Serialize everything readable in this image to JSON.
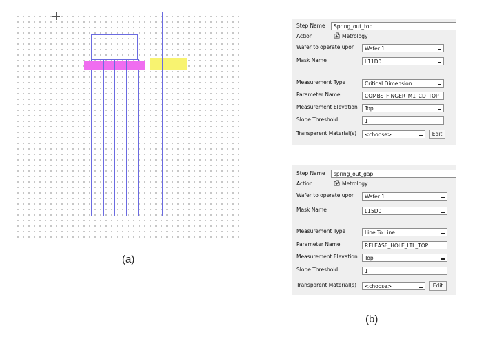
{
  "figure_a": {
    "caption": "(a)",
    "colors": {
      "outline": "#6b6be0",
      "highlight_magenta": "#f06df0",
      "highlight_yellow": "#f8f370",
      "grid_dot": "#b9b9b9"
    }
  },
  "figure_b": {
    "caption": "(b)",
    "dialogs": [
      {
        "step_name_label": "Step Name",
        "step_name_value": "Spring_out_top",
        "action_label": "Action",
        "action_icon": "metrology-icon",
        "action_value": "Metrology",
        "wafer_label": "Wafer to operate upon",
        "wafer_value": "Wafer 1",
        "mask_label": "Mask Name",
        "mask_value": "L11D0",
        "measurement_type_label": "Measurement Type",
        "measurement_type_value": "Critical Dimension",
        "parameter_name_label": "Parameter Name",
        "parameter_name_value": "COMBS_FINGER_M1_CD_TOP",
        "elevation_label": "Measurement Elevation",
        "elevation_value": "Top",
        "slope_label": "Slope Threshold",
        "slope_value": "1",
        "transparent_label": "Transparent Material(s)",
        "transparent_value": "<choose>",
        "edit_label": "Edit"
      },
      {
        "step_name_label": "Step Name",
        "step_name_value": "spring_out_gap",
        "action_label": "Action",
        "action_icon": "metrology-icon",
        "action_value": "Metrology",
        "wafer_label": "Wafer to operate upon",
        "wafer_value": "Wafer 1",
        "mask_label": "Mask Name",
        "mask_value": "L15D0",
        "measurement_type_label": "Measurement Type",
        "measurement_type_value": "Line To Line",
        "parameter_name_label": "Parameter Name",
        "parameter_name_value": "RELEASE_HOLE_LTL_TOP",
        "elevation_label": "Measurement Elevation",
        "elevation_value": "Top",
        "slope_label": "Slope Threshold",
        "slope_value": "1",
        "transparent_label": "Transparent Material(s)",
        "transparent_value": "<choose>",
        "edit_label": "Edit"
      }
    ]
  }
}
